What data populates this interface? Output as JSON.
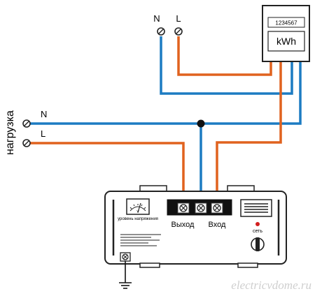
{
  "source_labels": {
    "neutral": "N",
    "phase": "L"
  },
  "load": {
    "side_label": "нагрузка",
    "neutral": "N",
    "phase": "L"
  },
  "meter": {
    "counter": "1234567",
    "unit": "kWh"
  },
  "stabilizer": {
    "meter_label": "уровень напряжения",
    "output_label": "Выход",
    "input_label": "Вход",
    "power_label": "сеть"
  },
  "watermark": "electricvdome.ru",
  "colors": {
    "neutral_wire": "#1c7bc2",
    "phase_wire": "#e0621e",
    "outline": "#222222",
    "power_led": "#d21f1f",
    "watermark": "#cfcfcf"
  }
}
